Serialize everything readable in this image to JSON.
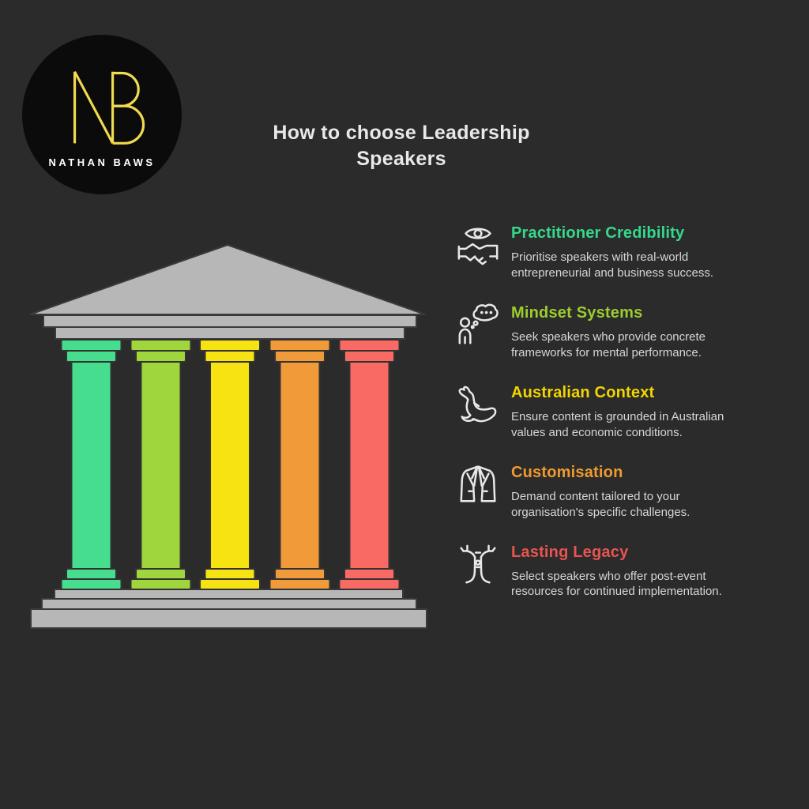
{
  "background_color": "#2b2b2b",
  "logo": {
    "monogram": "NB",
    "name": "NATHAN BAWS",
    "circle_color": "#0b0b0b",
    "monogram_color": "#f0da4f",
    "name_color": "#ffffff"
  },
  "title": {
    "text": "How to choose Leadership Speakers",
    "color": "#e9e9e9"
  },
  "temple": {
    "structure_color": "#b7b7b7",
    "outline_color": "#3a3a3a",
    "pillar_colors": [
      "#47dd8f",
      "#9ed63c",
      "#f8e312",
      "#f19a3a",
      "#fa6a64"
    ]
  },
  "sections": [
    {
      "heading": "Practitioner Credibility",
      "color": "#35d98a",
      "icon": "eye-handshake-icon",
      "body": "Prioritise speakers with real-world entrepreneurial and business success."
    },
    {
      "heading": "Mindset Systems",
      "color": "#9ccc2f",
      "icon": "person-thought-bubble-icon",
      "body": "Seek speakers who provide concrete frameworks for mental performance."
    },
    {
      "heading": "Australian Context",
      "color": "#f2d600",
      "icon": "kangaroo-icon",
      "body": "Ensure content is grounded in Australian values and economic conditions."
    },
    {
      "heading": "Customisation",
      "color": "#ef9a2f",
      "icon": "suit-jacket-icon",
      "body": "Demand content tailored to your organisation's specific challenges."
    },
    {
      "heading": "Lasting Legacy",
      "color": "#e85450",
      "icon": "tree-icon",
      "body": "Select speakers who offer post-event resources for continued implementation."
    }
  ]
}
